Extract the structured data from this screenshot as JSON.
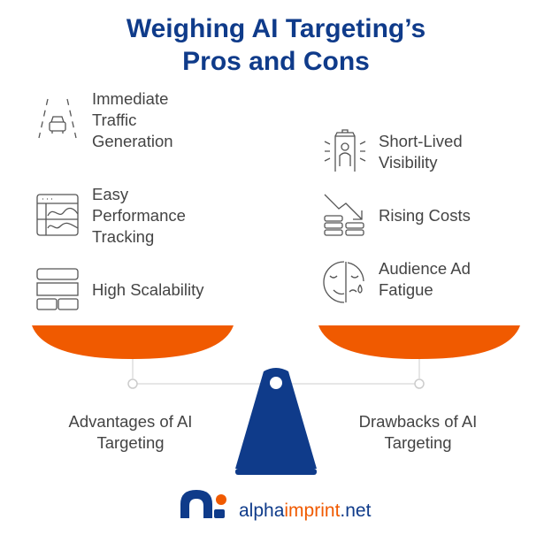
{
  "title": {
    "line1": "Weighing AI Targeting’s",
    "line2": "Pros and Cons"
  },
  "advantages": {
    "label": "Advantages of AI Targeting",
    "items": [
      {
        "text": "Immediate Traffic Generation",
        "icon": "road-car-icon"
      },
      {
        "text": "Easy Performance Tracking",
        "icon": "dashboard-chart-icon"
      },
      {
        "text": "High Scalability",
        "icon": "layout-blocks-icon"
      }
    ]
  },
  "drawbacks": {
    "label": "Drawbacks of AI Targeting",
    "items": [
      {
        "text": "Short-Lived Visibility",
        "icon": "spotlight-person-icon"
      },
      {
        "text": "Rising Costs",
        "icon": "coins-trend-icon"
      },
      {
        "text": "Audience Ad Fatigue",
        "icon": "sad-face-icon"
      }
    ]
  },
  "logo": {
    "part1": "alpha",
    "part2": "imprint",
    "part3": ".net"
  },
  "colors": {
    "blue": "#0f3b8a",
    "orange": "#f05a00"
  }
}
